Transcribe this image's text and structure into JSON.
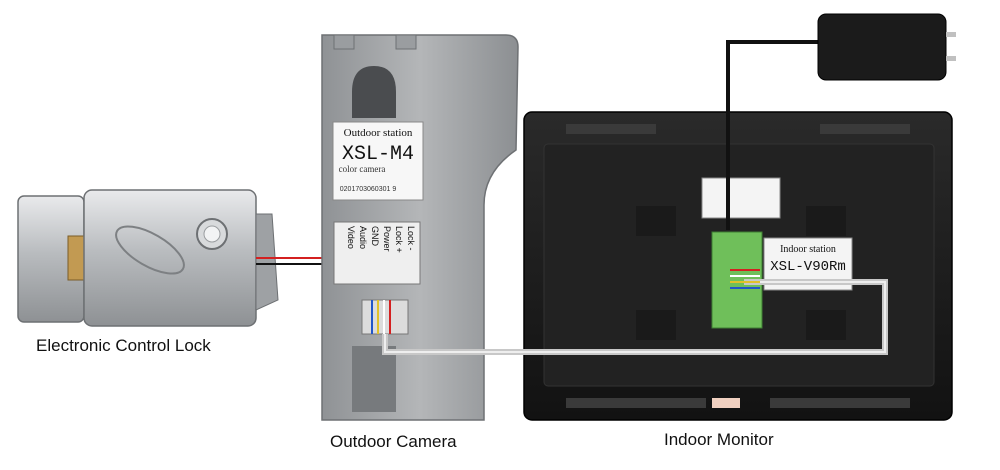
{
  "captions": {
    "lock": "Electronic Control Lock",
    "camera": "Outdoor Camera",
    "monitor": "Indoor Monitor"
  },
  "camera_label": {
    "line1": "Outdoor station",
    "model": "XSL-M4",
    "line3": "color camera",
    "serial": "0201703060301 9"
  },
  "camera_terminals": [
    "Lock -",
    "Lock +",
    "Power",
    "GND",
    "Audio",
    "Video"
  ],
  "monitor_label": {
    "line1": "Indoor station",
    "model": "XSL-V90Rm"
  },
  "colors": {
    "wire_red": "#d42020",
    "wire_black": "#111111",
    "cable_gray": "#c8c8c8",
    "device_silver": "#a9abad",
    "monitor_black": "#1b1b1b"
  }
}
